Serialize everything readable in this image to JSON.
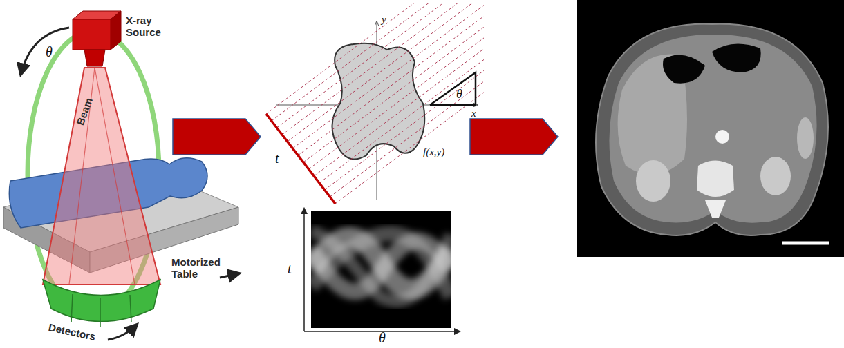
{
  "diagram": {
    "labels": [
      "θ",
      "X-ray Source",
      "Beam",
      "Motorized Table",
      "Detectors",
      "y",
      "x",
      "θ",
      "t",
      "f(x,y)",
      "t",
      "θ"
    ]
  }
}
